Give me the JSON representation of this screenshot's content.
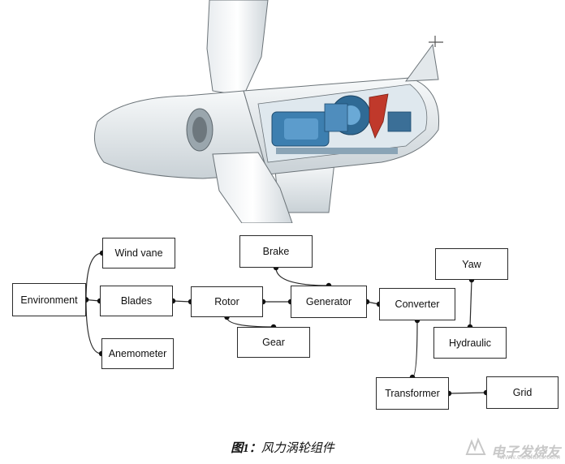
{
  "nodes": {
    "wind_vane": "Wind vane",
    "environment": "Environment",
    "blades": "Blades",
    "anemometer": "Anemometer",
    "rotor": "Rotor",
    "gear": "Gear",
    "brake": "Brake",
    "generator": "Generator",
    "converter": "Converter",
    "yaw": "Yaw",
    "hydraulic": "Hydraulic",
    "transformer": "Transformer",
    "grid": "Grid"
  },
  "connections": [
    [
      "environment",
      "wind_vane"
    ],
    [
      "environment",
      "blades"
    ],
    [
      "environment",
      "anemometer"
    ],
    [
      "blades",
      "rotor"
    ],
    [
      "rotor",
      "gear"
    ],
    [
      "rotor",
      "generator"
    ],
    [
      "brake",
      "generator"
    ],
    [
      "generator",
      "converter"
    ],
    [
      "converter",
      "transformer"
    ],
    [
      "yaw",
      "hydraulic"
    ],
    [
      "transformer",
      "grid"
    ]
  ],
  "caption": {
    "figure_label": "图1：",
    "text": "风力涡轮组件"
  },
  "watermark": {
    "name": "电子发烧友",
    "url": "www.elecfans.com"
  },
  "colors": {
    "nacelle_blue": "#3d7fb0",
    "brake_red": "#c0392b",
    "line": "#2a2a2a"
  }
}
